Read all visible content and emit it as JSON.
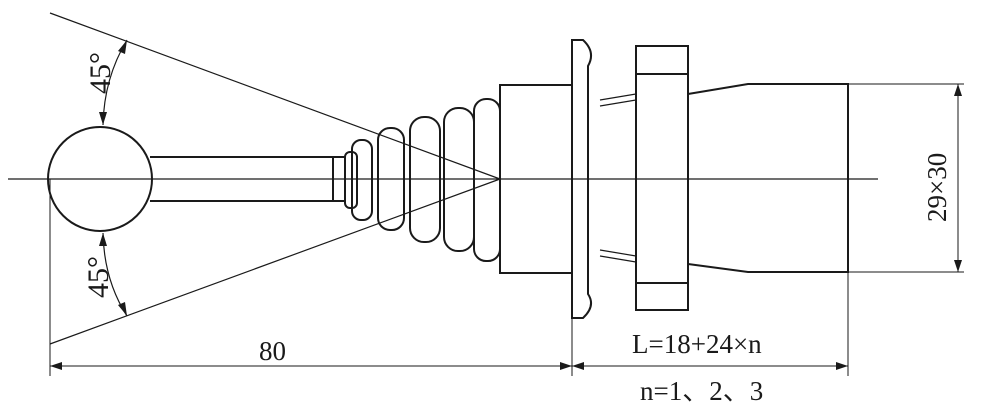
{
  "diagram": {
    "angle_top": "45°",
    "angle_bottom": "45°",
    "length_handle": "80",
    "length_body": "L=18+24×n",
    "n_values": "n=1、2、3",
    "section_size": "29×30"
  }
}
